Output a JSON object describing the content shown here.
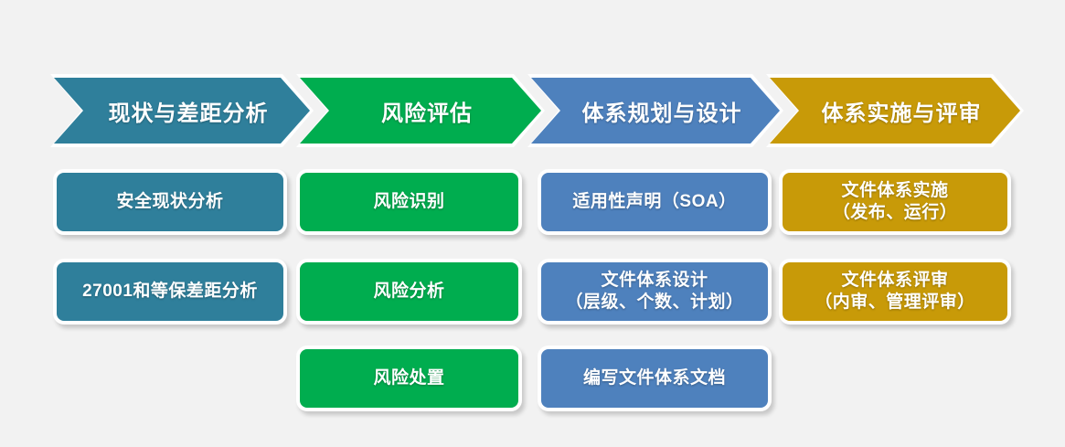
{
  "meta": {
    "title": "信息安全管理体系建设流程图",
    "background_color": "#f2f2f2"
  },
  "palette": {
    "teal": "#2f7f9b",
    "green": "#00ad4f",
    "blue": "#4e81bd",
    "gold": "#c89a08",
    "text": "#ffffff",
    "border": "#ffffff"
  },
  "phases": [
    {
      "label": "现状与差距分析",
      "color": "#2f7f9b"
    },
    {
      "label": "风险评估",
      "color": "#00ad4f"
    },
    {
      "label": "体系规划与设计",
      "color": "#4e81bd"
    },
    {
      "label": "体系实施与评审",
      "color": "#c89a08"
    }
  ],
  "columns": [
    {
      "phase": "现状与差距分析",
      "color": "#2f7f9b",
      "items": [
        {
          "line1": "安全现状分析",
          "line2": ""
        },
        {
          "line1": "27001和等保差距分析",
          "line2": ""
        }
      ]
    },
    {
      "phase": "风险评估",
      "color": "#00ad4f",
      "items": [
        {
          "line1": "风险识别",
          "line2": ""
        },
        {
          "line1": "风险分析",
          "line2": ""
        },
        {
          "line1": "风险处置",
          "line2": ""
        }
      ]
    },
    {
      "phase": "体系规划与设计",
      "color": "#4e81bd",
      "items": [
        {
          "line1": "适用性声明（SOA）",
          "line2": ""
        },
        {
          "line1": "文件体系设计",
          "line2": "（层级、个数、计划）"
        },
        {
          "line1": "编写文件体系文档",
          "line2": ""
        }
      ]
    },
    {
      "phase": "体系实施与评审",
      "color": "#c89a08",
      "items": [
        {
          "line1": "文件体系实施",
          "line2": "（发布、运行）"
        },
        {
          "line1": "文件体系评审",
          "line2": "（内审、管理评审）"
        }
      ]
    }
  ]
}
